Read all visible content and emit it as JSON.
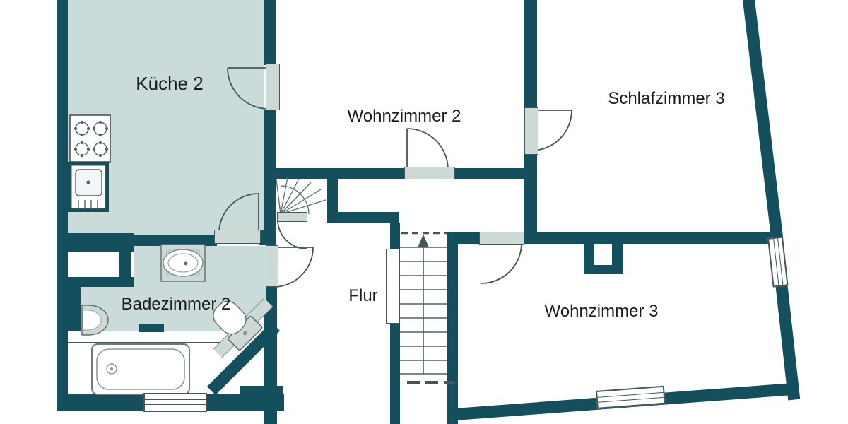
{
  "floorplan": {
    "rooms": [
      {
        "id": "kueche-2",
        "label": "Küche 2"
      },
      {
        "id": "wohnzimmer-2",
        "label": "Wohnzimmer 2"
      },
      {
        "id": "schlafzimmer-3",
        "label": "Schlafzimmer 3"
      },
      {
        "id": "badezimmer-2",
        "label": "Badezimmer 2"
      },
      {
        "id": "flur",
        "label": "Flur"
      },
      {
        "id": "wohnzimmer-3",
        "label": "Wohnzimmer 3"
      }
    ],
    "stair_symbol": "s",
    "fixtures": [
      "stove-4-burner",
      "kitchen-sink-unit",
      "counter-washbasin",
      "corner-washbasin",
      "toilet",
      "bathtub",
      "straight-staircase",
      "winder-staircase",
      "chimney-shaft"
    ],
    "colors": {
      "wall": "#134f5d",
      "room_fill": "#cbdbda",
      "door_fill": "#ccd9d4",
      "line": "#44565a",
      "text": "#1c1c1c",
      "background": "#ffffff"
    }
  }
}
